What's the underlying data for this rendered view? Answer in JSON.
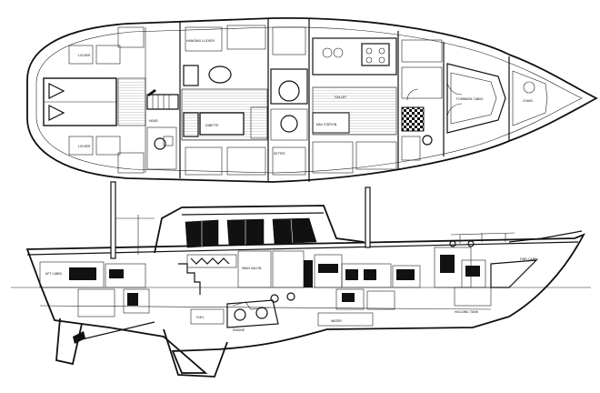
{
  "plan_labels": {
    "head_left": "HEAD",
    "locker_top": "LOCKER",
    "locker_bottom": "LOCKER",
    "hanging_locker": "HANGING LOCKER",
    "dinette": "DINETTE",
    "settee": "SETTEE",
    "galley": "GALLEY",
    "nav_station": "NAV STATION",
    "forward_cabin": "FORWARD CABIN",
    "chain": "CHAIN"
  },
  "profile_labels": {
    "aft_cabin": "AFT CABIN",
    "engine": "ENGINE",
    "main_salon": "MAIN SALON",
    "fwd_cabin": "FWD CABIN",
    "water": "WATER",
    "fuel": "FUEL",
    "holding_tank": "HOLDING TANK"
  }
}
